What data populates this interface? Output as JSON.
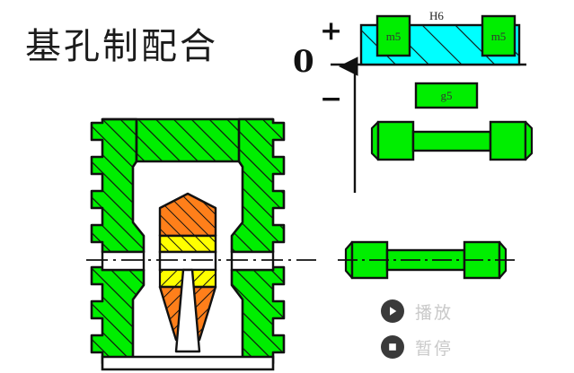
{
  "page": {
    "title": "基孔制配合",
    "background_color": "#ffffff"
  },
  "colors": {
    "green": "#00ee00",
    "cyan": "#00ffff",
    "orange": "#ff7f1a",
    "yellow": "#ffff00",
    "outline": "#111111",
    "control_icon": "#3a3a3a",
    "control_text": "#c9c9c9"
  },
  "tolerance_diagram": {
    "axis": {
      "plus_label": "+",
      "zero_label": "0",
      "minus_label": "−"
    },
    "hole_band": {
      "label": "H6",
      "fill": "#00ffff",
      "hatched": true
    },
    "shaft_boxes": [
      {
        "label": "m5",
        "side": "left",
        "fill": "#00ee00"
      },
      {
        "label": "m5",
        "side": "right",
        "fill": "#00ee00"
      },
      {
        "label": "g5",
        "side": "center-below",
        "fill": "#00ee00"
      }
    ]
  },
  "parts": {
    "upper_shaft": {
      "name": "shaft-upper",
      "fill": "#00ee00"
    },
    "lower_shaft": {
      "name": "shaft-lower",
      "fill": "#00ee00",
      "has_centerline": true
    }
  },
  "section_view": {
    "name": "assembly-cross-section",
    "housing_fill": "#00ee00",
    "piston_upper_fill": "#ff7f1a",
    "piston_band_fill": "#ffff00",
    "piston_lower_fill": "#ff7f1a",
    "has_centerline": true
  },
  "controls": {
    "play": {
      "label": "播放",
      "icon": "play-icon"
    },
    "pause": {
      "label": "暂停",
      "icon": "stop-icon"
    }
  }
}
